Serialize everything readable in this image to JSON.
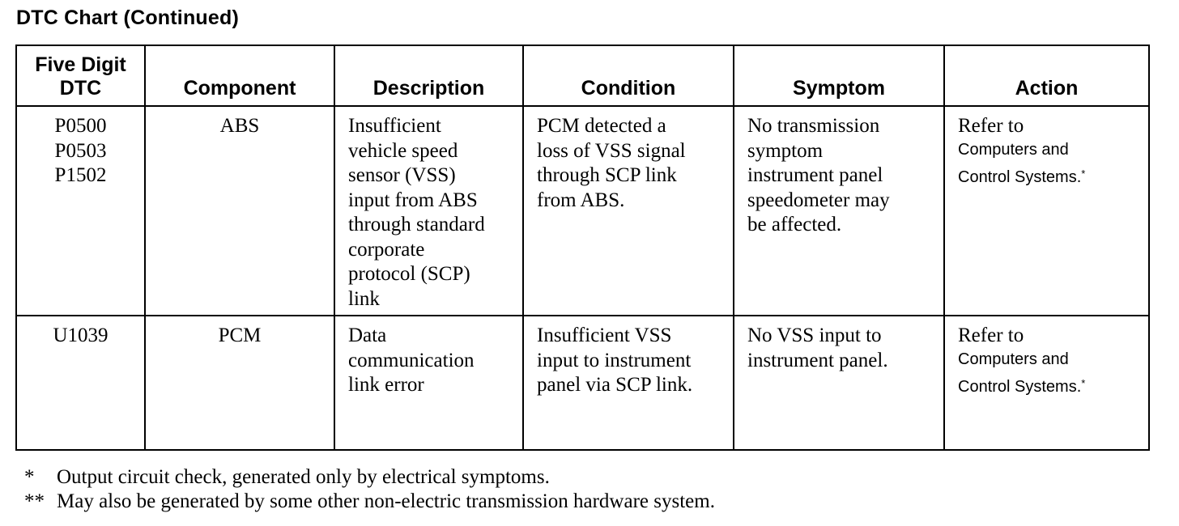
{
  "title": "DTC Chart (Continued)",
  "table": {
    "headers": {
      "dtc_line1": "Five Digit",
      "dtc_line2": "DTC",
      "component": "Component",
      "description": "Description",
      "condition": "Condition",
      "symptom": "Symptom",
      "action": "Action"
    },
    "rows": [
      {
        "dtc": [
          "P0500",
          "P0503",
          "P1502"
        ],
        "component": "ABS",
        "description": [
          "Insufficient",
          "vehicle speed",
          "sensor (VSS)",
          "input from ABS",
          "through standard",
          "corporate",
          "protocol (SCP)",
          "link"
        ],
        "condition": [
          "PCM detected a",
          "loss of VSS signal",
          "through SCP link",
          "from ABS."
        ],
        "symptom": [
          "No transmission",
          "symptom",
          "instrument panel",
          "speedometer may",
          "be affected."
        ],
        "action_lead": "Refer to",
        "action_line1": "Computers and",
        "action_line2": "Control Systems.",
        "action_mark": "*"
      },
      {
        "dtc": [
          "U1039"
        ],
        "component": "PCM",
        "description": [
          "Data",
          "communication",
          "link error"
        ],
        "condition": [
          "Insufficient VSS",
          "input to instrument",
          "panel via SCP link."
        ],
        "symptom": [
          "No VSS input to",
          "instrument panel."
        ],
        "action_lead": "Refer to",
        "action_line1": "Computers and",
        "action_line2": "Control Systems.",
        "action_mark": "*"
      }
    ]
  },
  "footnotes": [
    {
      "mark": "*",
      "text": "Output circuit check, generated only by electrical symptoms."
    },
    {
      "mark": "**",
      "text": "May also be generated by some other non-electric transmission hardware system."
    }
  ]
}
